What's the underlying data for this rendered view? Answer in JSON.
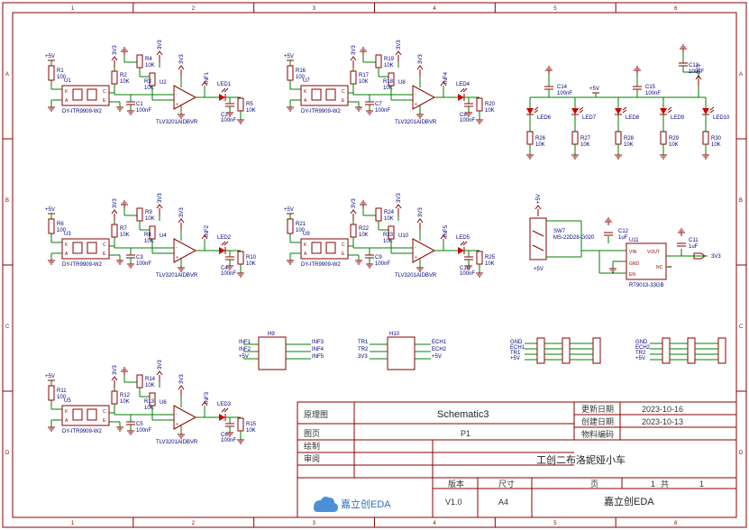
{
  "title_block": {
    "label_schematic": "原理图",
    "value_schematic": "Schematic3",
    "label_page": "图页",
    "value_page": "P1",
    "label_drawn": "绘制",
    "label_review": "审阅",
    "label_update": "更新日期",
    "value_update": "2023-10-16",
    "label_create": "创建日期",
    "value_create": "2023-10-13",
    "label_material": "物料编码",
    "project": "工创二布洛妮娅小车",
    "label_version": "版本",
    "label_size": "尺寸",
    "label_sheet": "页",
    "value_sheet": "1",
    "label_total": "共",
    "value_total": "1",
    "value_version": "V1.0",
    "value_size": "A4",
    "company": "嘉立创EDA",
    "logo_text": "嘉立创EDA"
  },
  "rulers": {
    "top": [
      "1",
      "2",
      "3",
      "4",
      "5",
      "6"
    ],
    "side": [
      "A",
      "B",
      "C",
      "D"
    ]
  },
  "sensors": [
    {
      "u": "U1",
      "ur": "R1",
      "urv": "100",
      "r2": "R2",
      "r2v": "10K",
      "r3": "R3",
      "r3v": "10K",
      "r4": "R4",
      "r4v": "10K",
      "op": "U2",
      "c1": "C1",
      "c1v": "100nF",
      "c2": "C2",
      "c2v": "100nF",
      "r5": "R5",
      "r5v": "10K",
      "led": "LED1",
      "inf": "INF1",
      "part": "DY-ITR9909-W2",
      "opamp": "TLV3201AIDBVR"
    },
    {
      "u": "U7",
      "ur": "R16",
      "urv": "100",
      "r2": "R17",
      "r2v": "10K",
      "r3": "R18",
      "r3v": "10K",
      "r4": "R19",
      "r4v": "10K",
      "op": "U8",
      "c1": "C7",
      "c1v": "100nF",
      "c2": "C8",
      "c2v": "100nF",
      "r5": "R20",
      "r5v": "10K",
      "led": "LED4",
      "inf": "INF4",
      "part": "DY-ITR9909-W2",
      "opamp": "TLV3201AIDBVR"
    },
    {
      "u": "U3",
      "ur": "R6",
      "urv": "100",
      "r2": "R7",
      "r2v": "10K",
      "r3": "R8",
      "r3v": "10K",
      "r4": "R9",
      "r4v": "10K",
      "op": "U4",
      "c1": "C3",
      "c1v": "100nF",
      "c2": "C4",
      "c2v": "100nF",
      "r5": "R10",
      "r5v": "10K",
      "led": "LED2",
      "inf": "INF2",
      "part": "DY-ITR9909-W2",
      "opamp": "TLV3201AIDBVR"
    },
    {
      "u": "U9",
      "ur": "R21",
      "urv": "100",
      "r2": "R22",
      "r2v": "10K",
      "r3": "R23",
      "r3v": "10K",
      "r4": "R24",
      "r4v": "10K",
      "op": "U10",
      "c1": "C9",
      "c1v": "100nF",
      "c2": "C10",
      "c2v": "100nF",
      "r5": "R25",
      "r5v": "10K",
      "led": "LED5",
      "inf": "INF5",
      "part": "DY-ITR9909-W2",
      "opamp": "TLV3201AIDBVR"
    },
    {
      "u": "U5",
      "ur": "R11",
      "urv": "100",
      "r2": "R12",
      "r2v": "10K",
      "r3": "R13",
      "r3v": "10K",
      "r4": "R14",
      "r4v": "10K",
      "op": "U6",
      "c1": "C5",
      "c1v": "100nF",
      "c2": "C6",
      "c2v": "100nF",
      "r5": "R15",
      "r5v": "10K",
      "led": "LED3",
      "inf": "INF3",
      "part": "DY-ITR9909-W2",
      "opamp": "TLV3201AIDBVR"
    }
  ],
  "nets": {
    "v5": "+5V",
    "v33": "3V3",
    "gnd": "GND"
  },
  "led_bank": {
    "caps": [
      {
        "ref": "C14",
        "val": "100nF"
      },
      {
        "ref": "C15",
        "val": "100nF"
      },
      {
        "ref": "C13",
        "val": "100nF"
      }
    ],
    "leds": [
      "LED6",
      "LED7",
      "LED8",
      "LED9",
      "LED10"
    ],
    "res": [
      {
        "ref": "R26",
        "val": "10K"
      },
      {
        "ref": "R27",
        "val": "10K"
      },
      {
        "ref": "R28",
        "val": "10K"
      },
      {
        "ref": "R29",
        "val": "10K"
      },
      {
        "ref": "R30",
        "val": "10K"
      }
    ]
  },
  "power": {
    "sw": "SW7",
    "sw_part": "MS-22D28-G020",
    "c12": "C12",
    "c12v": "1uF",
    "c11": "C11",
    "c11v": "1uF",
    "reg": "U11",
    "reg_part": "RT9013-33GB",
    "pins": [
      "VIN",
      "GND",
      "EN",
      "VOUT",
      "NC"
    ],
    "out": "3V3"
  },
  "headers": {
    "h9": "H9",
    "h9_nets": [
      "INF1",
      "INF2",
      "+5V",
      "INF3",
      "INF4",
      "INF5"
    ],
    "h10": "H10",
    "h10_nets": [
      "TR1",
      "TR2",
      "3V3",
      "ECH1",
      "ECH2",
      "+5V"
    ],
    "j1_nets": [
      "GND",
      "ECH1",
      "TR1",
      "+5V"
    ],
    "j2_nets": [
      "GND",
      "ECH2",
      "TR2",
      "+5V"
    ]
  }
}
